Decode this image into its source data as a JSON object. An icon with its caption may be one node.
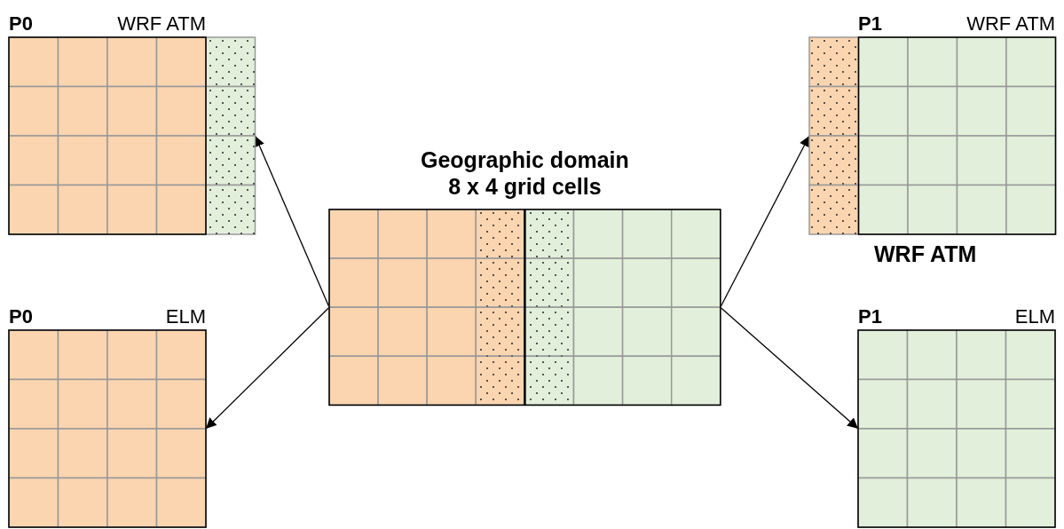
{
  "diagram": {
    "nodes": [
      {
        "text": [
          "P0",
          "WRF ATM"
        ]
      },
      {
        "text": [
          "P1",
          "WRF ATM"
        ]
      },
      {
        "text": [
          "Geographic domain 8 x 4 grid cells"
        ]
      },
      {
        "text": [
          "P0",
          "ELM"
        ]
      },
      {
        "text": [
          "P1",
          "ELM"
        ]
      }
    ],
    "edges": [
      {
        "from": 2,
        "to": 0,
        "arrow": "to"
      },
      {
        "from": 2,
        "to": 3,
        "arrow": "to"
      },
      {
        "from": 2,
        "to": 1,
        "arrow": "to"
      },
      {
        "from": 2,
        "to": 4,
        "arrow": "to"
      }
    ],
    "labels": [
      "WRF ATM"
    ]
  }
}
